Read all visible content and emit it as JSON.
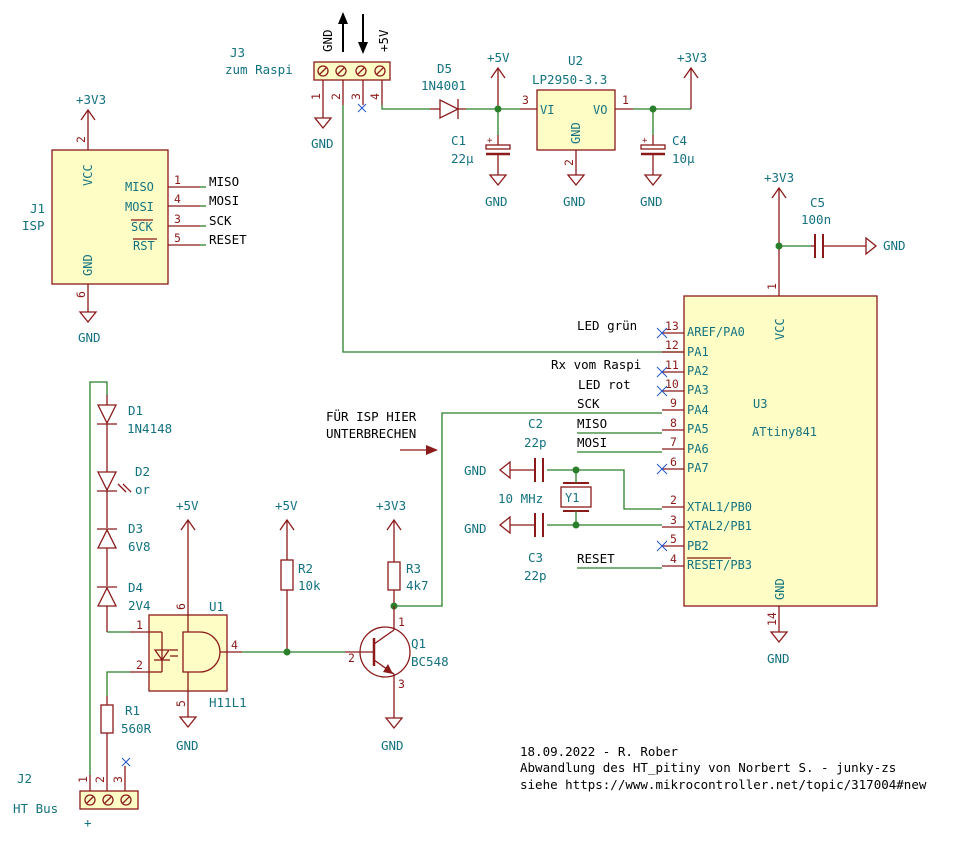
{
  "j3": {
    "ref": "J3",
    "value": "zum Raspi",
    "pins": [
      "1",
      "2",
      "3",
      "4"
    ],
    "gnd": "GND",
    "gnd_arrow": "GND",
    "vcc_arrow": "+5V"
  },
  "d5": {
    "ref": "D5",
    "value": "1N4001"
  },
  "u2": {
    "ref": "U2",
    "value": "LP2950-3.3",
    "vi": "VI",
    "vo": "VO",
    "gnd": "GND",
    "pin_vi": "3",
    "pin_vo": "1",
    "pin_gnd": "2"
  },
  "c1": {
    "ref": "C1",
    "value": "22µ"
  },
  "c4": {
    "ref": "C4",
    "value": "10µ"
  },
  "c5": {
    "ref": "C5",
    "value": "100n"
  },
  "power": {
    "p5v": "+5V",
    "p3v3": "+3V3",
    "gnd": "GND"
  },
  "j1": {
    "ref": "J1",
    "value": "ISP",
    "vcc": "VCC",
    "gnd": "GND",
    "miso": "MISO",
    "mosi": "MOSI",
    "sck": "SCK",
    "rst": "RST",
    "pins": {
      "vcc": "2",
      "gnd": "6",
      "miso": "1",
      "mosi": "4",
      "sck": "3",
      "rst": "5"
    },
    "net_miso": "MISO",
    "net_mosi": "MOSI",
    "net_sck": "SCK",
    "net_reset": "RESET"
  },
  "u3": {
    "ref": "U3",
    "value": "ATtiny841",
    "vcc": "VCC",
    "gnd": "GND",
    "pin_vcc": "1",
    "pin_gnd": "14",
    "pins": [
      {
        "num": "13",
        "name": "AREF/PA0",
        "net": "LED grün"
      },
      {
        "num": "12",
        "name": "PA1",
        "net": ""
      },
      {
        "num": "11",
        "name": "PA2",
        "net": "Rx vom Raspi"
      },
      {
        "num": "10",
        "name": "PA3",
        "net": "LED rot"
      },
      {
        "num": "9",
        "name": "PA4",
        "net": "SCK"
      },
      {
        "num": "8",
        "name": "PA5",
        "net": "MISO"
      },
      {
        "num": "7",
        "name": "PA6",
        "net": "MOSI"
      },
      {
        "num": "6",
        "name": "PA7",
        "net": ""
      },
      {
        "num": "2",
        "name": "XTAL1/PB0",
        "net": ""
      },
      {
        "num": "3",
        "name": "XTAL2/PB1",
        "net": ""
      },
      {
        "num": "5",
        "name": "PB2",
        "net": ""
      },
      {
        "num": "4",
        "name": "RESET/PB3",
        "net": "RESET"
      }
    ]
  },
  "c2": {
    "ref": "C2",
    "value": "22p"
  },
  "c3": {
    "ref": "C3",
    "value": "22p"
  },
  "y1": {
    "ref": "Y1",
    "value": "10 MHz"
  },
  "note": {
    "line1": "FÜR ISP HIER",
    "line2": "UNTERBRECHEN"
  },
  "d1": {
    "ref": "D1",
    "value": "1N4148"
  },
  "d2": {
    "ref": "D2",
    "value": "or"
  },
  "d3": {
    "ref": "D3",
    "value": "6V8"
  },
  "d4": {
    "ref": "D4",
    "value": "2V4"
  },
  "u1": {
    "ref": "U1",
    "value": "H11L1",
    "pins": [
      "1",
      "2",
      "4",
      "5",
      "6"
    ]
  },
  "r1": {
    "ref": "R1",
    "value": "560R"
  },
  "r2": {
    "ref": "R2",
    "value": "10k"
  },
  "r3": {
    "ref": "R3",
    "value": "4k7"
  },
  "q1": {
    "ref": "Q1",
    "value": "BC548",
    "pins": [
      "1",
      "2",
      "3"
    ]
  },
  "j2": {
    "ref": "J2",
    "value": "HT Bus",
    "plus": "+",
    "pins": [
      "1",
      "2",
      "3"
    ]
  },
  "footer": {
    "line1": "18.09.2022 - R. Rober",
    "line2": "Abwandlung des HT_pitiny von Norbert S. - junky-zs",
    "line3": "siehe https://www.mikrocontroller.net/topic/317004#new"
  }
}
